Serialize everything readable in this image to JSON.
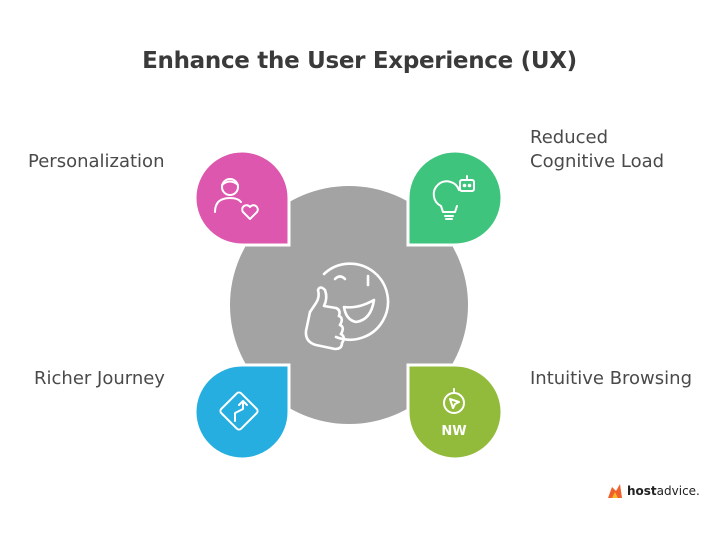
{
  "title": "Enhance the User Experience (UX)",
  "items": [
    {
      "label": "Personalization",
      "icon": "user-heart-icon",
      "color": "#dc57ad"
    },
    {
      "label_line1": "Reduced",
      "label_line2": "Cognitive Load",
      "icon": "lightbulb-robot-icon",
      "color": "#3fc47d"
    },
    {
      "label": "Richer Journey",
      "icon": "road-sign-icon",
      "color": "#27aee0"
    },
    {
      "label": "Intuitive Browsing",
      "icon": "compass-icon",
      "icon_text": "NW",
      "color": "#93bb3b"
    }
  ],
  "center": {
    "icon": "smiley-thumbs-up-icon",
    "color": "#a3a3a3"
  },
  "brand": {
    "name_bold": "host",
    "name_regular": "advice."
  }
}
